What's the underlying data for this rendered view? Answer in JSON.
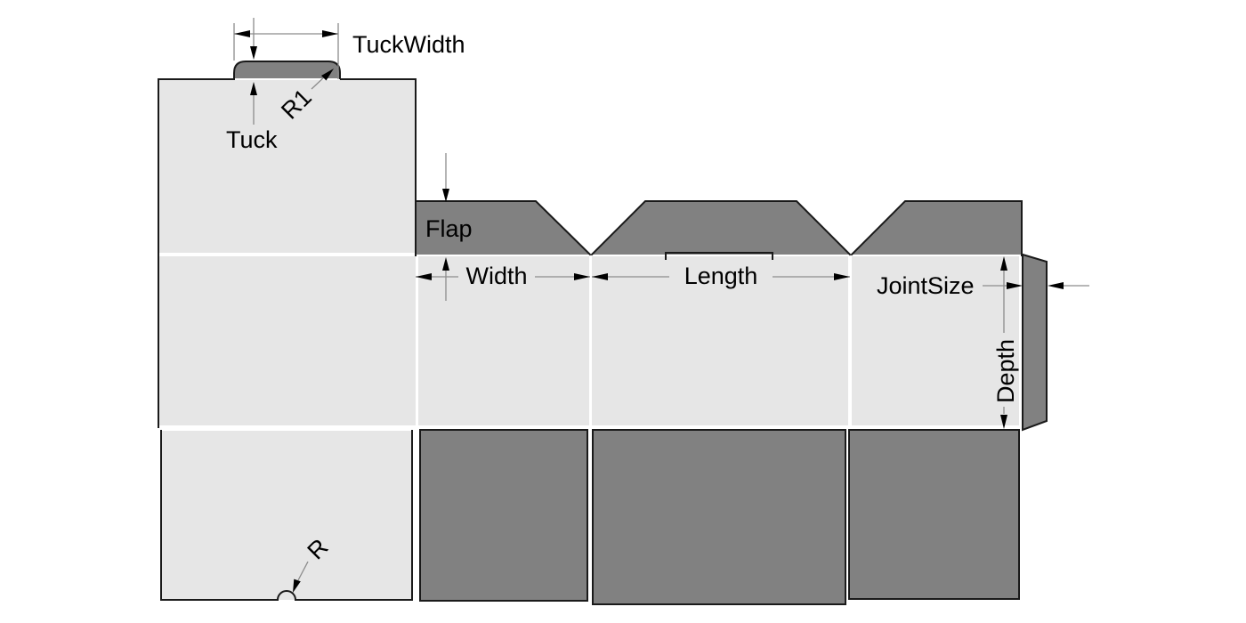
{
  "diagram": {
    "description": "Tuck-end carton dieline drawing with dimension annotations",
    "labels": {
      "tuck_width": "TuckWidth",
      "tuck": "Tuck",
      "r1": "R1",
      "flap": "Flap",
      "width": "Width",
      "length": "Length",
      "joint_size": "JointSize",
      "depth": "Depth",
      "r": "R"
    },
    "colors": {
      "panel_light": "#e6e6e6",
      "panel_dark": "#818181",
      "cut_line": "#1a1a1a",
      "dimension_line": "#8c8c8c",
      "arrow": "#000000",
      "label_text": "#000000",
      "background": "#ffffff"
    }
  }
}
